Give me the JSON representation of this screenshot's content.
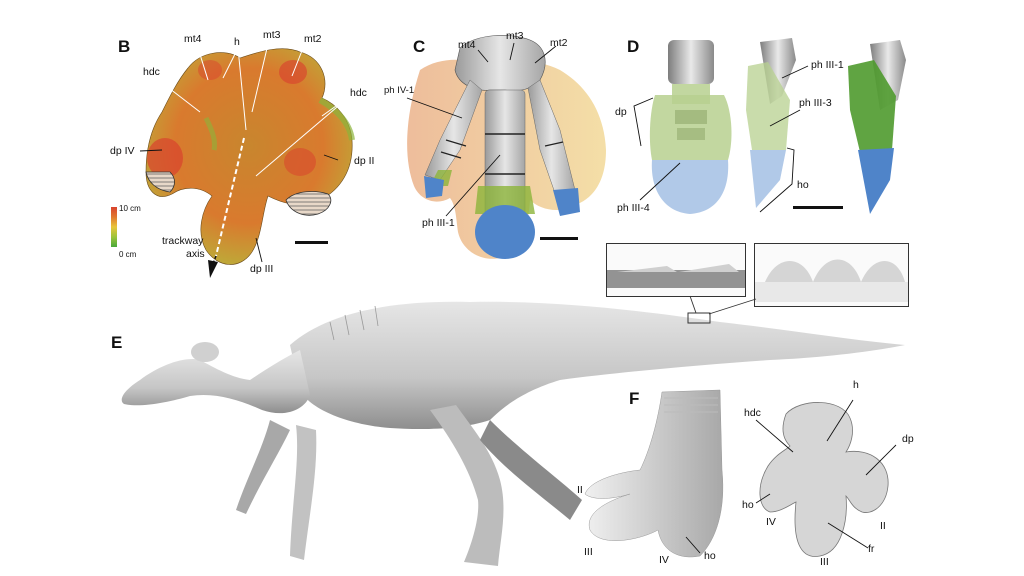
{
  "figure": {
    "panels": {
      "B": {
        "letter": "B",
        "labels": {
          "mt4": "mt4",
          "h": "h",
          "mt3": "mt3",
          "mt2": "mt2",
          "hdc_left": "hdc",
          "hdc_right": "hdc",
          "dp_iv": "dp IV",
          "dp_ii": "dp II",
          "dp_iii": "dp III",
          "trackway": "trackway",
          "axis": "axis"
        },
        "colorbar": {
          "max_label": "10 cm",
          "min_label": "0 cm",
          "max_color": "#d9432e",
          "min_color": "#4aa83a"
        }
      },
      "C": {
        "letter": "C",
        "labels": {
          "mt4": "mt4",
          "mt3": "mt3",
          "mt2": "mt2",
          "ph_iv_1": "ph IV-1",
          "ph_iii_1": "ph III-1"
        }
      },
      "D": {
        "letter": "D",
        "labels": {
          "dp": "dp",
          "ph_iii_4": "ph III-4",
          "ph_iii_1": "ph III-1",
          "ph_iii_3": "ph III-3",
          "ho": "ho"
        }
      },
      "E": {
        "letter": "E"
      },
      "F": {
        "letter": "F",
        "left_labels": {
          "ii": "II",
          "iii": "III",
          "iv": "IV",
          "ho": "ho"
        },
        "right_labels": {
          "h": "h",
          "hdc": "hdc",
          "dp": "dp",
          "ho": "ho",
          "iv": "IV",
          "ii": "II",
          "iii": "III",
          "fr": "fr"
        }
      }
    },
    "colors": {
      "track_orange": "#d97a2e",
      "track_red": "#d9432e",
      "track_green": "#8cb43a",
      "bone_gray": "#c9c9c9",
      "soft_green": "#a9c98a",
      "hoof_blue": "#5b8fd0",
      "hoof_light_blue": "#a9c3e6",
      "skin_gray": "#bdbdbd"
    }
  }
}
